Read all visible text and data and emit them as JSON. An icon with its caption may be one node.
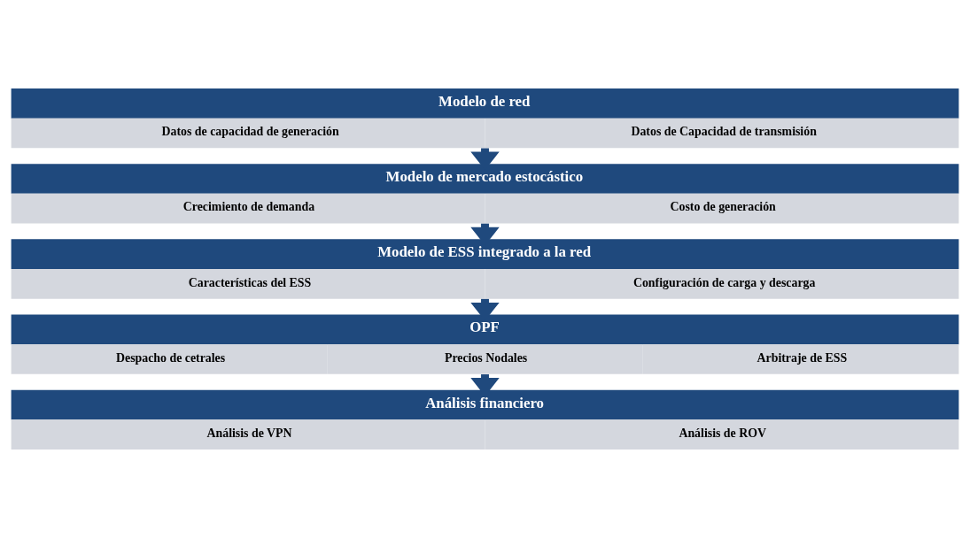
{
  "diagram": {
    "nodes": [
      {
        "text": [
          "Modelo de red",
          "Datos de capacidad de generación",
          "Datos de Capacidad de transmisión"
        ]
      },
      {
        "text": [
          "Modelo de mercado estocástico",
          "Crecimiento de demanda",
          "Costo de generación"
        ]
      },
      {
        "text": [
          "Modelo de ESS integrado a la red",
          "Características del ESS",
          "Configuración de carga y descarga"
        ]
      },
      {
        "text": [
          "OPF",
          "Despacho de cetrales",
          "Precios Nodales",
          "Arbitraje de ESS"
        ]
      },
      {
        "text": [
          "Análisis financiero",
          "Análisis de VPN",
          "Análisis de ROV"
        ]
      }
    ],
    "edges": [
      {
        "from": 0,
        "to": 1,
        "arrow": "to"
      },
      {
        "from": 1,
        "to": 2,
        "arrow": "to"
      },
      {
        "from": 2,
        "to": 3,
        "arrow": "to"
      },
      {
        "from": 3,
        "to": 4,
        "arrow": "to"
      }
    ]
  }
}
